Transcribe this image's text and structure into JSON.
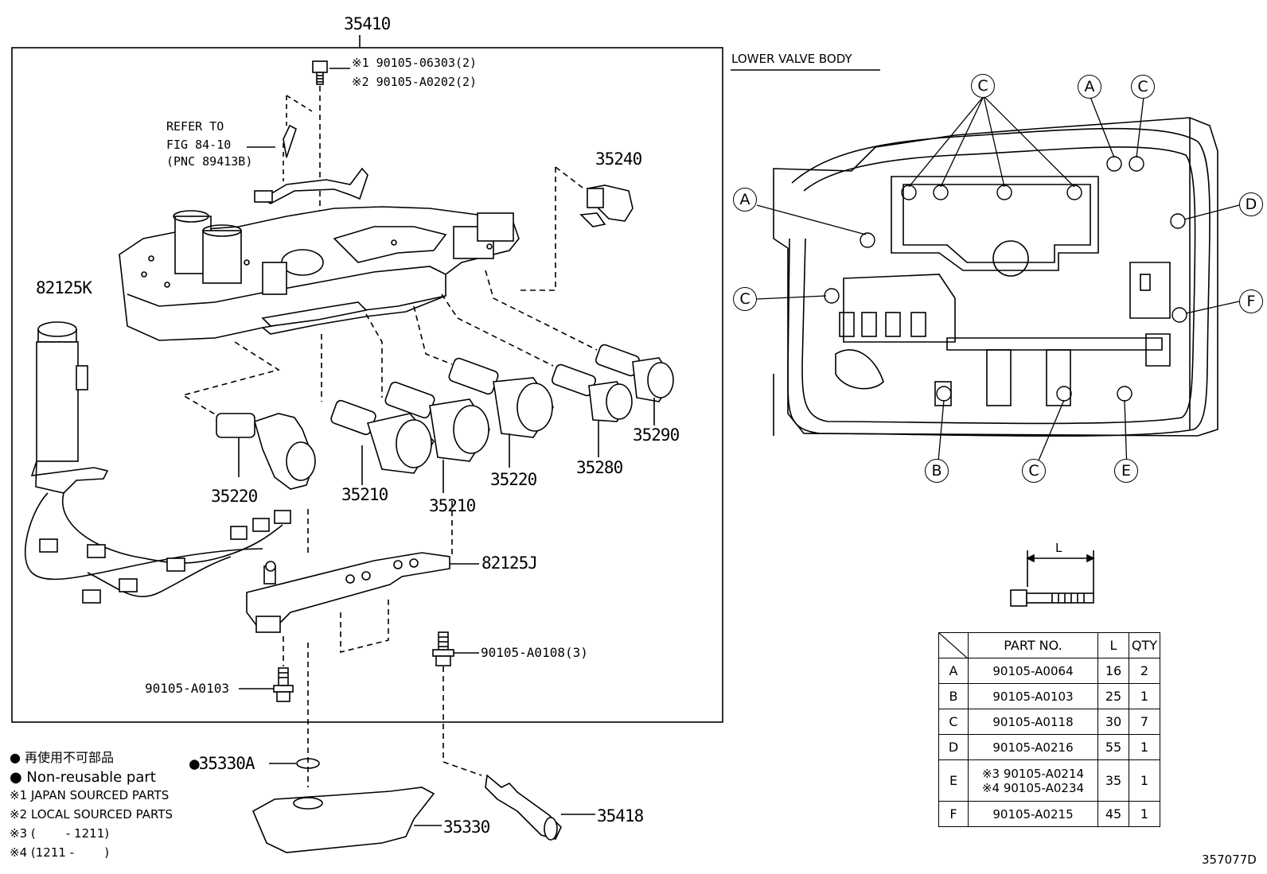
{
  "diagram": {
    "assembly_label": "35410",
    "bolt_notes": [
      "※1 90105-06303(2)",
      "※2 90105-A0202(2)"
    ],
    "refer_note": [
      "REFER TO",
      "FIG 84-10",
      "(PNC 89413B)"
    ],
    "part_labels": {
      "p35240": "35240",
      "p82125K": "82125K",
      "p35220a": "35220",
      "p35210a": "35210",
      "p35210b": "35210",
      "p35220b": "35220",
      "p35280": "35280",
      "p35290": "35290",
      "p82125J": "82125J",
      "p90105_A0108": "90105-A0108(3)",
      "p90105_A0103": "90105-A0103",
      "p35330A": "●35330A",
      "p35330": "35330",
      "p35418": "35418"
    },
    "legend": [
      "● 再使用不可部品",
      "● Non-reusable part",
      "※1 JAPAN SOURCED PARTS",
      "※2 LOCAL SOURCED PARTS",
      "※3 (        - 1211)",
      "※4 (1211 -        )"
    ],
    "lower_valve_body_title": "LOWER VALVE BODY",
    "bolt_callouts": {
      "c_top1": "C",
      "a_top": "A",
      "c_top2": "C",
      "a_left": "A",
      "d_right": "D",
      "c_left": "C",
      "f_right": "F",
      "b_bottom": "B",
      "c_bottom": "C",
      "e_bottom": "E"
    },
    "bolt_length_label": "L",
    "figure_id": "357077D"
  },
  "bolt_table": {
    "headers": [
      "",
      "PART NO.",
      "L",
      "QTY"
    ],
    "rows": [
      {
        "key": "A",
        "part": "90105-A0064",
        "l": "16",
        "qty": "2"
      },
      {
        "key": "B",
        "part": "90105-A0103",
        "l": "25",
        "qty": "1"
      },
      {
        "key": "C",
        "part": "90105-A0118",
        "l": "30",
        "qty": "7"
      },
      {
        "key": "D",
        "part": "90105-A0216",
        "l": "55",
        "qty": "1"
      },
      {
        "key": "E",
        "part": "※3 90105-A0214",
        "part2": "※4 90105-A0234",
        "l": "35",
        "qty": "1"
      },
      {
        "key": "F",
        "part": "90105-A0215",
        "l": "45",
        "qty": "1"
      }
    ]
  }
}
